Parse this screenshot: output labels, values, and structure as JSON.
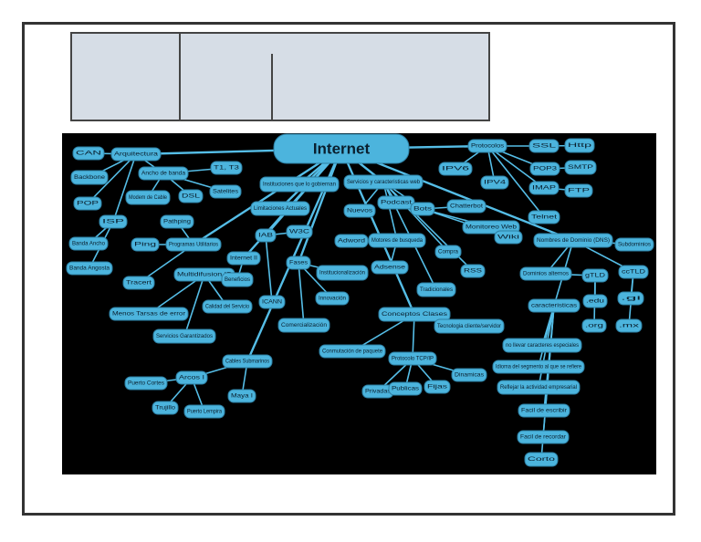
{
  "diagram": {
    "colors": {
      "background": "#000000",
      "node_fill": "#4cb4dd",
      "node_stroke": "#2d7fa3",
      "edge": "#55bde6",
      "text": "#0a1f2e"
    },
    "center": {
      "id": "c",
      "label": "Internet"
    },
    "nodes": [
      {
        "id": "can",
        "label": "CAN"
      },
      {
        "id": "arq",
        "label": "Arquitectura"
      },
      {
        "id": "backbone",
        "label": "Backbone"
      },
      {
        "id": "ancho",
        "label": "Ancho de banda"
      },
      {
        "id": "t1t3",
        "label": "T1, T3"
      },
      {
        "id": "pop",
        "label": "POP"
      },
      {
        "id": "modem",
        "label": "Modem de Cable"
      },
      {
        "id": "dsl",
        "label": "DSL"
      },
      {
        "id": "satelites",
        "label": "Satelites"
      },
      {
        "id": "isp",
        "label": "ISP"
      },
      {
        "id": "bancho",
        "label": "Banda Ancho"
      },
      {
        "id": "bangosta",
        "label": "Banda Angosta"
      },
      {
        "id": "pathping",
        "label": "Pathping"
      },
      {
        "id": "ping",
        "label": "Ping"
      },
      {
        "id": "progutil",
        "label": "Programas Utilitarios"
      },
      {
        "id": "tracert",
        "label": "Tracert"
      },
      {
        "id": "instit",
        "label": "Instituciones que lo gobiernan"
      },
      {
        "id": "limit",
        "label": "Limitaciones Actuales"
      },
      {
        "id": "iab",
        "label": "IAB"
      },
      {
        "id": "w3c",
        "label": "W3C"
      },
      {
        "id": "internet2",
        "label": "Internet II"
      },
      {
        "id": "multidif",
        "label": "Multidifusion IP"
      },
      {
        "id": "benef",
        "label": "Beneficios"
      },
      {
        "id": "icann",
        "label": "ICANN"
      },
      {
        "id": "menos",
        "label": "Menos Tarsas de error"
      },
      {
        "id": "calidad",
        "label": "Calidad del Servicio"
      },
      {
        "id": "servgar",
        "label": "Servicios Garantizados"
      },
      {
        "id": "cables",
        "label": "Cables Submarinos"
      },
      {
        "id": "arcos",
        "label": "Arcos I"
      },
      {
        "id": "pcortes",
        "label": "Puerto Cortes"
      },
      {
        "id": "trujillo",
        "label": "Trujillo"
      },
      {
        "id": "plempira",
        "label": "Puerto Lempira"
      },
      {
        "id": "mayai",
        "label": "Maya I"
      },
      {
        "id": "fases",
        "label": "Fases"
      },
      {
        "id": "institu",
        "label": "Institucionalización"
      },
      {
        "id": "innov",
        "label": "Innovación"
      },
      {
        "id": "comerc",
        "label": "Comercialización"
      },
      {
        "id": "servweb",
        "label": "Servicios y caracteristicas web"
      },
      {
        "id": "nuevos",
        "label": "Nuevos"
      },
      {
        "id": "podcast",
        "label": "Podcast"
      },
      {
        "id": "bots",
        "label": "Bots"
      },
      {
        "id": "chatterbot",
        "label": "Chatterbot"
      },
      {
        "id": "monweb",
        "label": "Monitoreo Web"
      },
      {
        "id": "wiki",
        "label": "Wiki"
      },
      {
        "id": "adword",
        "label": "Adword"
      },
      {
        "id": "motores",
        "label": "Motores de busqueda"
      },
      {
        "id": "adsense",
        "label": "Adsense"
      },
      {
        "id": "compra",
        "label": "Compra"
      },
      {
        "id": "rss",
        "label": "RSS"
      },
      {
        "id": "tradic",
        "label": "Tradicionales"
      },
      {
        "id": "protocolos",
        "label": "Protocolos"
      },
      {
        "id": "ipv6",
        "label": "IPV6"
      },
      {
        "id": "ipv4",
        "label": "IPV4"
      },
      {
        "id": "ssl",
        "label": "SSL"
      },
      {
        "id": "http",
        "label": "Http"
      },
      {
        "id": "pop3",
        "label": "POP3"
      },
      {
        "id": "smtp",
        "label": "SMTP"
      },
      {
        "id": "imap",
        "label": "IMAP"
      },
      {
        "id": "ftp",
        "label": "FTP"
      },
      {
        "id": "telnet",
        "label": "Telnet"
      },
      {
        "id": "dns",
        "label": "Nombres de Dominio (DNS)"
      },
      {
        "id": "subdom",
        "label": "Subdominios"
      },
      {
        "id": "domalt",
        "label": "Dominios alternos"
      },
      {
        "id": "gtld",
        "label": "gTLD"
      },
      {
        "id": "cctld",
        "label": "ccTLD"
      },
      {
        "id": "edu",
        "label": ".edu"
      },
      {
        "id": "gi",
        "label": ".gi"
      },
      {
        "id": "org",
        "label": ".org"
      },
      {
        "id": "mx",
        "label": ".mx"
      },
      {
        "id": "caract",
        "label": "caracteristicas"
      },
      {
        "id": "nollevar",
        "label": "no llevar caracteres especiales"
      },
      {
        "id": "idioma",
        "label": "Idioma del segmento al que se refiere"
      },
      {
        "id": "reflejar",
        "label": "Reflejar la actividad empresarial"
      },
      {
        "id": "facilesc",
        "label": "Facil de escribir"
      },
      {
        "id": "facilrec",
        "label": "Facil de recordar"
      },
      {
        "id": "corto",
        "label": "Corto"
      },
      {
        "id": "conceptos",
        "label": "Conceptos Clases"
      },
      {
        "id": "tecno",
        "label": "Tecnologia cliente/servidor"
      },
      {
        "id": "conmut",
        "label": "Conmutación de paquete"
      },
      {
        "id": "tcpip",
        "label": "Protocolo TCP/IP"
      },
      {
        "id": "dinamicas",
        "label": "Dinamicas"
      },
      {
        "id": "privadas",
        "label": "Privadas"
      },
      {
        "id": "publicas",
        "label": "Publicas"
      },
      {
        "id": "fijas",
        "label": "Fijas"
      }
    ],
    "edges": [
      [
        "c",
        "arq"
      ],
      [
        "arq",
        "can"
      ],
      [
        "arq",
        "backbone"
      ],
      [
        "arq",
        "ancho"
      ],
      [
        "arq",
        "pop"
      ],
      [
        "arq",
        "isp"
      ],
      [
        "ancho",
        "t1t3"
      ],
      [
        "ancho",
        "modem"
      ],
      [
        "ancho",
        "dsl"
      ],
      [
        "ancho",
        "satelites"
      ],
      [
        "isp",
        "bancho"
      ],
      [
        "isp",
        "bangosta"
      ],
      [
        "c",
        "progutil"
      ],
      [
        "progutil",
        "pathping"
      ],
      [
        "progutil",
        "ping"
      ],
      [
        "progutil",
        "tracert"
      ],
      [
        "c",
        "instit"
      ],
      [
        "c",
        "limit"
      ],
      [
        "c",
        "iab"
      ],
      [
        "iab",
        "w3c"
      ],
      [
        "iab",
        "icann"
      ],
      [
        "c",
        "internet2"
      ],
      [
        "internet2",
        "benef"
      ],
      [
        "benef",
        "multidif"
      ],
      [
        "multidif",
        "menos"
      ],
      [
        "multidif",
        "calidad"
      ],
      [
        "multidif",
        "servgar"
      ],
      [
        "c",
        "cables"
      ],
      [
        "cables",
        "arcos"
      ],
      [
        "arcos",
        "pcortes"
      ],
      [
        "arcos",
        "trujillo"
      ],
      [
        "arcos",
        "plempira"
      ],
      [
        "cables",
        "mayai"
      ],
      [
        "c",
        "fases"
      ],
      [
        "fases",
        "institu"
      ],
      [
        "fases",
        "innov"
      ],
      [
        "fases",
        "comerc"
      ],
      [
        "c",
        "servweb"
      ],
      [
        "servweb",
        "nuevos"
      ],
      [
        "servweb",
        "podcast"
      ],
      [
        "servweb",
        "bots"
      ],
      [
        "bots",
        "chatterbot"
      ],
      [
        "bots",
        "monweb"
      ],
      [
        "bots",
        "wiki"
      ],
      [
        "servweb",
        "motores"
      ],
      [
        "motores",
        "adword"
      ],
      [
        "motores",
        "adsense"
      ],
      [
        "servweb",
        "compra"
      ],
      [
        "servweb",
        "rss"
      ],
      [
        "servweb",
        "tradic"
      ],
      [
        "c",
        "protocolos"
      ],
      [
        "protocolos",
        "ipv6"
      ],
      [
        "protocolos",
        "ipv4"
      ],
      [
        "protocolos",
        "ssl"
      ],
      [
        "ssl",
        "http"
      ],
      [
        "protocolos",
        "pop3"
      ],
      [
        "pop3",
        "smtp"
      ],
      [
        "protocolos",
        "imap"
      ],
      [
        "imap",
        "ftp"
      ],
      [
        "protocolos",
        "telnet"
      ],
      [
        "c",
        "dns"
      ],
      [
        "dns",
        "subdom"
      ],
      [
        "dns",
        "domalt"
      ],
      [
        "domalt",
        "gtld"
      ],
      [
        "gtld",
        "edu"
      ],
      [
        "gtld",
        "org"
      ],
      [
        "dns",
        "cctld"
      ],
      [
        "cctld",
        "gi"
      ],
      [
        "cctld",
        "mx"
      ],
      [
        "dns",
        "caract"
      ],
      [
        "caract",
        "nollevar"
      ],
      [
        "caract",
        "idioma"
      ],
      [
        "caract",
        "reflejar"
      ],
      [
        "caract",
        "facilesc"
      ],
      [
        "caract",
        "facilrec"
      ],
      [
        "caract",
        "corto"
      ],
      [
        "c",
        "conceptos"
      ],
      [
        "conceptos",
        "tecno"
      ],
      [
        "conceptos",
        "conmut"
      ],
      [
        "conceptos",
        "tcpip"
      ],
      [
        "tcpip",
        "dinamicas"
      ],
      [
        "tcpip",
        "privadas"
      ],
      [
        "tcpip",
        "publicas"
      ],
      [
        "tcpip",
        "fijas"
      ]
    ]
  }
}
